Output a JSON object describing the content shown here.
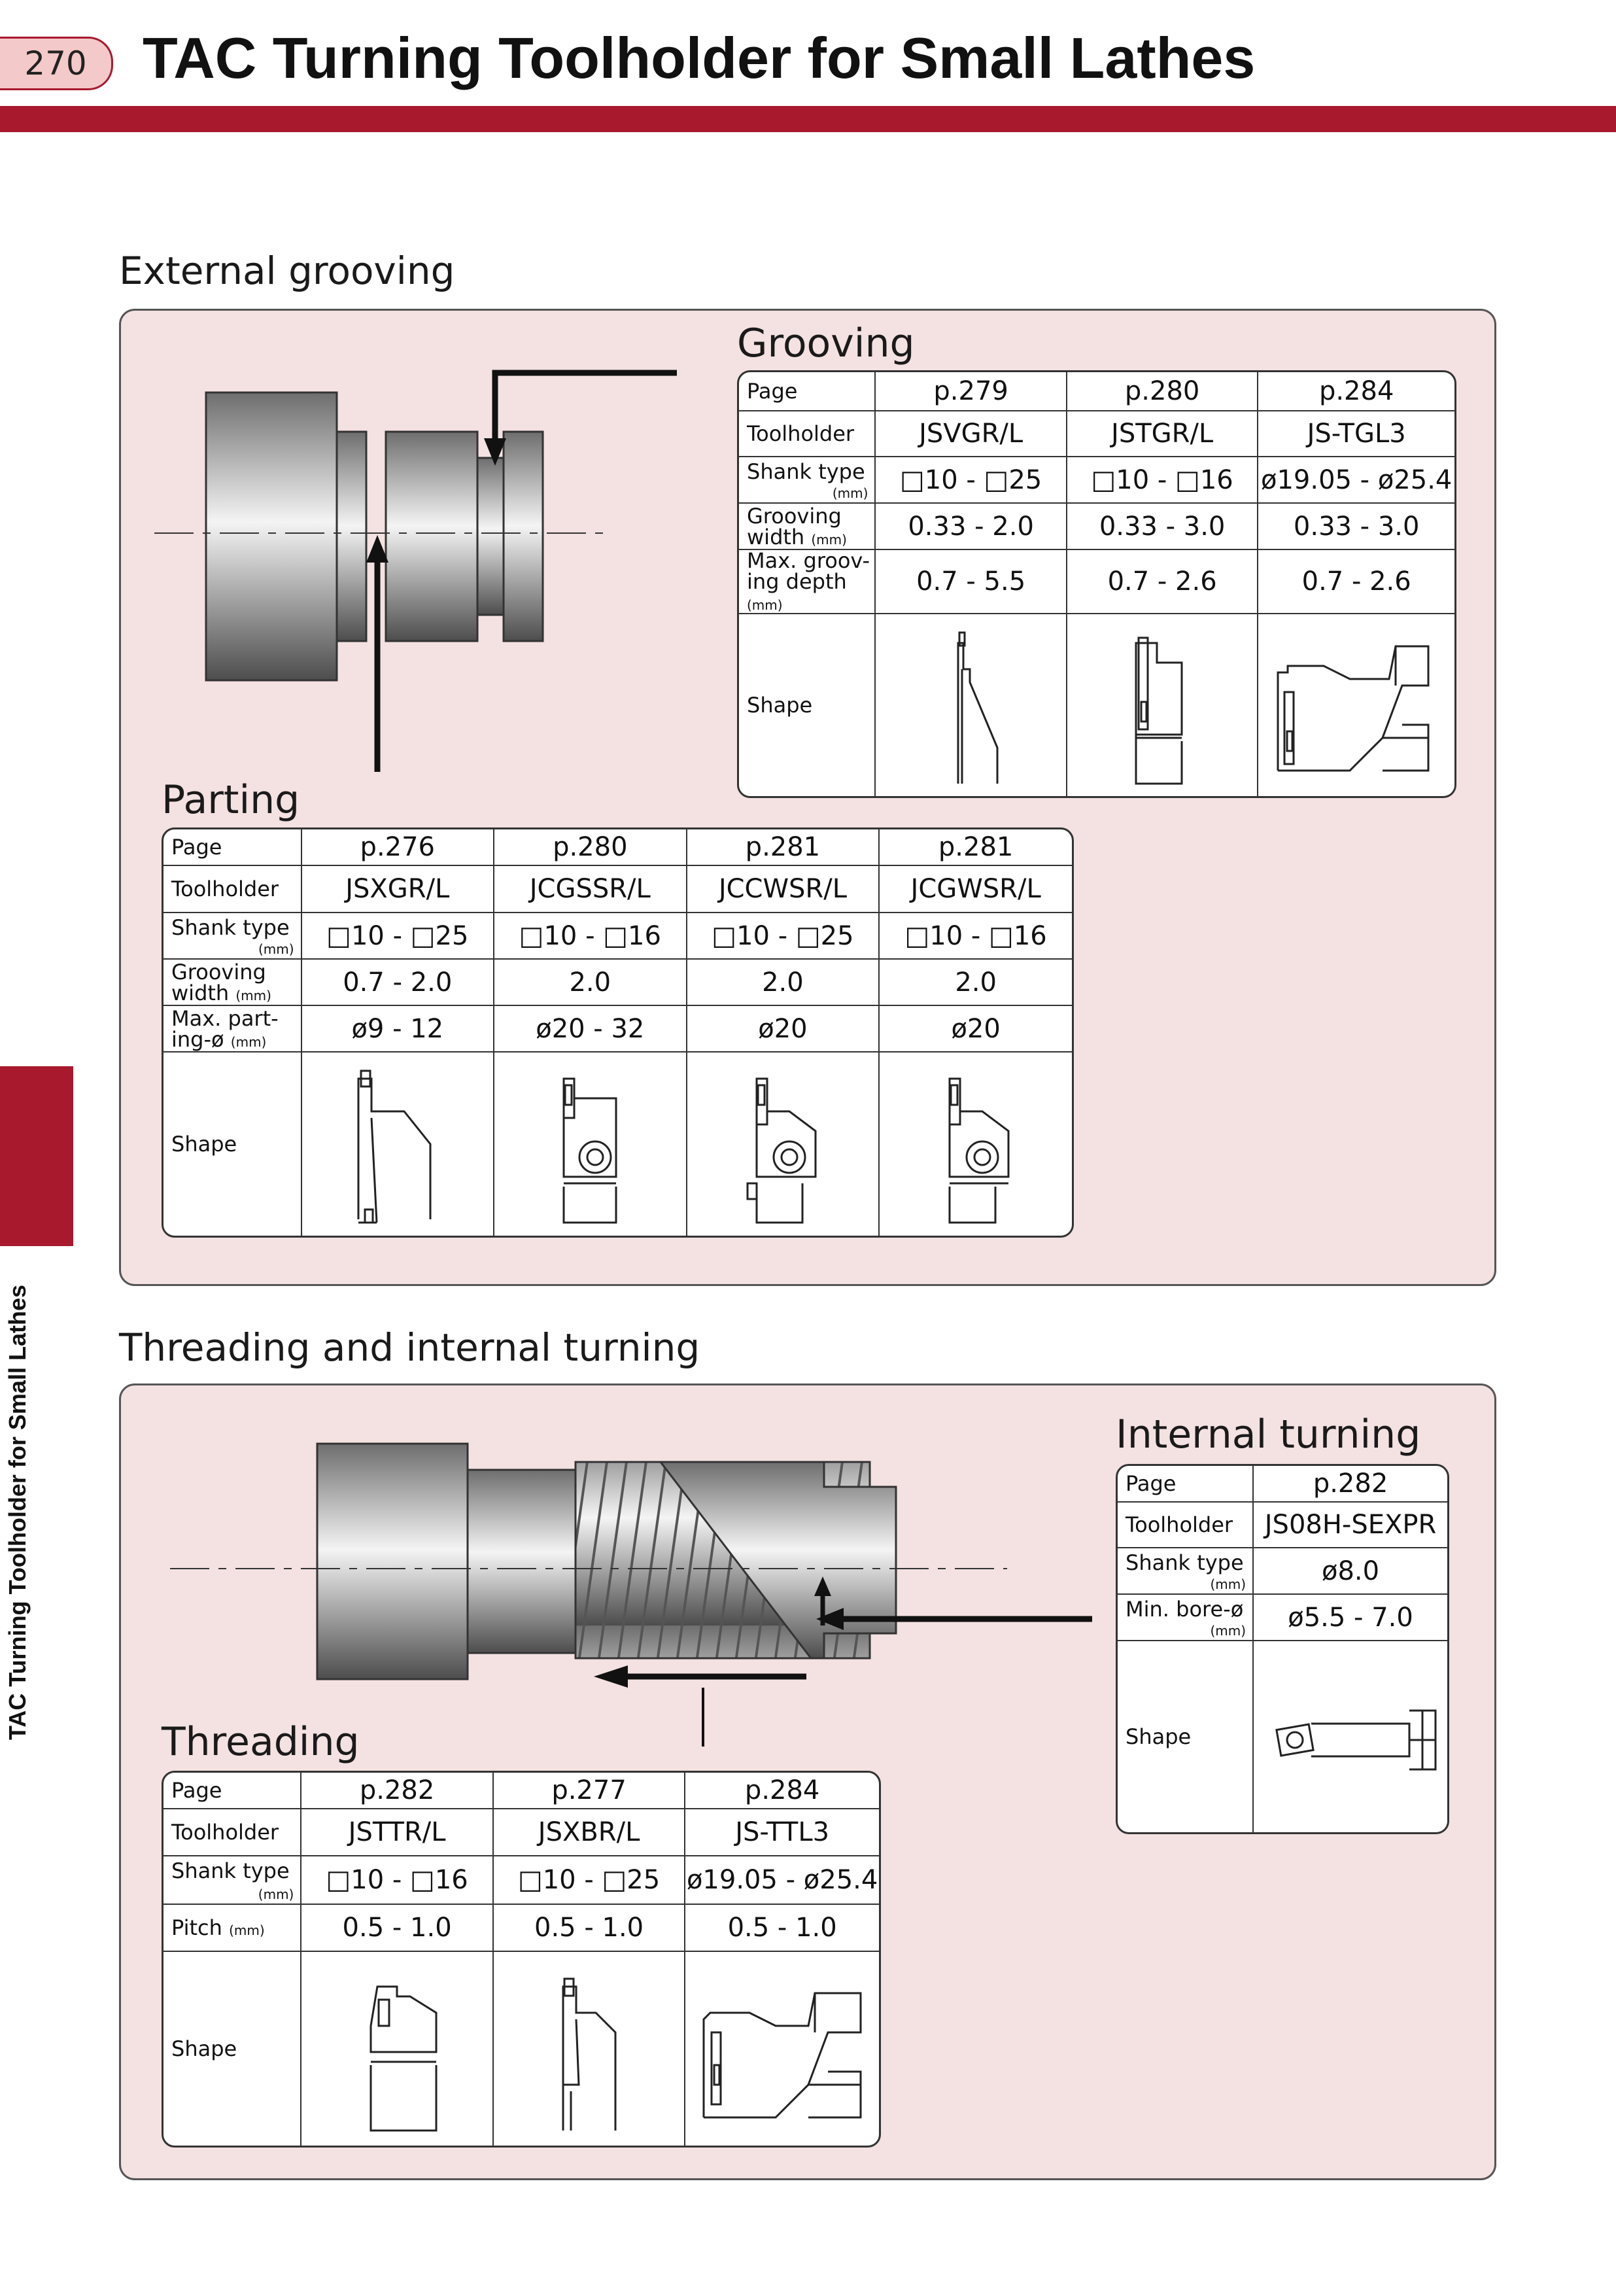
{
  "header": {
    "page_number": "270",
    "title": "TAC Turning Toolholder for Small Lathes"
  },
  "side_tab": {
    "label": "TAC Turning Toolholder for Small Lathes"
  },
  "external_grooving": {
    "heading": "External grooving",
    "grooving": {
      "heading": "Grooving",
      "row_labels": {
        "page": "Page",
        "toolholder": "Toolholder",
        "shank": "Shank type",
        "shank_unit": "(mm)",
        "width_a": "Grooving",
        "width_b": "width",
        "width_unit": "(mm)",
        "depth_a": "Max. groov-",
        "depth_b": "ing depth",
        "depth_unit": "(mm)",
        "shape": "Shape"
      },
      "columns": [
        {
          "page": "p.279",
          "toolholder": "JSVGR/L",
          "shank": "□10 - □25",
          "width": "0.33 - 2.0",
          "depth": "0.7 - 5.5"
        },
        {
          "page": "p.280",
          "toolholder": "JSTGR/L",
          "shank": "□10 - □16",
          "width": "0.33 - 3.0",
          "depth": "0.7 - 2.6"
        },
        {
          "page": "p.284",
          "toolholder": "JS-TGL3",
          "shank": "ø19.05 - ø25.4",
          "width": "0.33 - 3.0",
          "depth": "0.7 - 2.6"
        }
      ]
    },
    "parting": {
      "heading": "Parting",
      "row_labels": {
        "page": "Page",
        "toolholder": "Toolholder",
        "shank": "Shank type",
        "shank_unit": "(mm)",
        "width_a": "Grooving",
        "width_b": "width",
        "width_unit": "(mm)",
        "dia_a": "Max. part-",
        "dia_b": "ing-ø",
        "dia_unit": "(mm)",
        "shape": "Shape"
      },
      "columns": [
        {
          "page": "p.276",
          "toolholder": "JSXGR/L",
          "shank": "□10 - □25",
          "width": "0.7 - 2.0",
          "dia": "ø9 - 12"
        },
        {
          "page": "p.280",
          "toolholder": "JCGSSR/L",
          "shank": "□10 - □16",
          "width": "2.0",
          "dia": "ø20 - 32"
        },
        {
          "page": "p.281",
          "toolholder": "JCCWSR/L",
          "shank": "□10 - □25",
          "width": "2.0",
          "dia": "ø20"
        },
        {
          "page": "p.281",
          "toolholder": "JCGWSR/L",
          "shank": "□10 - □16",
          "width": "2.0",
          "dia": "ø20"
        }
      ]
    }
  },
  "threading_internal": {
    "heading": "Threading and internal turning",
    "internal": {
      "heading": "Internal turning",
      "row_labels": {
        "page": "Page",
        "toolholder": "Toolholder",
        "shank": "Shank type",
        "shank_unit": "(mm)",
        "bore": "Min. bore-ø",
        "bore_unit": "(mm)",
        "shape": "Shape"
      },
      "columns": [
        {
          "page": "p.282",
          "toolholder": "JS08H-SEXPR",
          "shank": "ø8.0",
          "bore": "ø5.5 - 7.0"
        }
      ]
    },
    "threading": {
      "heading": "Threading",
      "row_labels": {
        "page": "Page",
        "toolholder": "Toolholder",
        "shank": "Shank type",
        "shank_unit": "(mm)",
        "pitch": "Pitch",
        "pitch_unit": "(mm)",
        "shape": "Shape"
      },
      "columns": [
        {
          "page": "p.282",
          "toolholder": "JSTTR/L",
          "shank": "□10 - □16",
          "pitch": "0.5 - 1.0"
        },
        {
          "page": "p.277",
          "toolholder": "JSXBR/L",
          "shank": "□10 - □25",
          "pitch": "0.5 - 1.0"
        },
        {
          "page": "p.284",
          "toolholder": "JS-TTL3",
          "shank": "ø19.05 - ø25.4",
          "pitch": "0.5 - 1.0"
        }
      ]
    }
  },
  "colors": {
    "accent": "#a8192e",
    "panel": "#f4e1e1",
    "badge": "#f4c9c9"
  }
}
